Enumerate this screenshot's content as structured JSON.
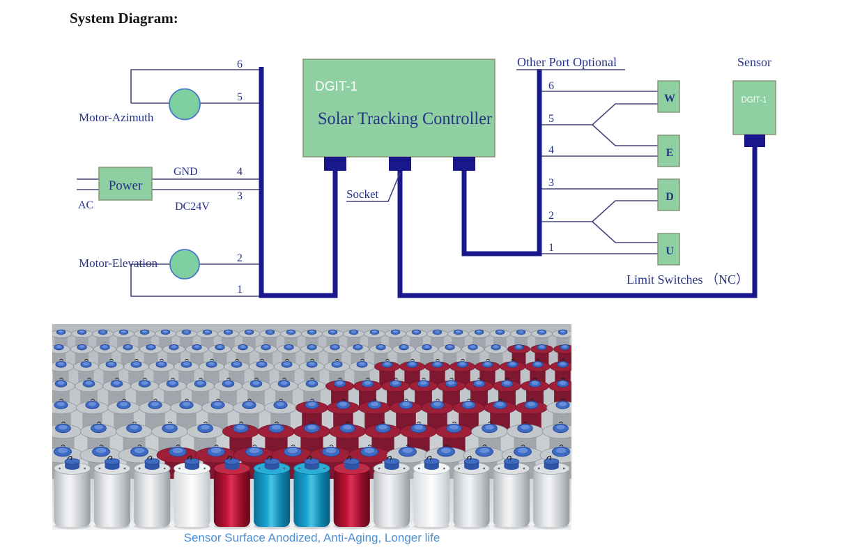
{
  "title": "System Diagram:",
  "diagram": {
    "motor_azimuth": "Motor-Azimuth",
    "motor_elevation": "Motor-Elevation",
    "power": {
      "label": "Power",
      "ac": "AC",
      "gnd": "GND",
      "dc": "DC24V"
    },
    "left_ports": [
      "6",
      "5",
      "4",
      "3",
      "2",
      "1"
    ],
    "controller": {
      "model": "DGIT-1",
      "name": "Solar Tracking Controller",
      "socket": "Socket"
    },
    "other_port": {
      "label": "Other Port Optional",
      "ports": [
        "6",
        "5",
        "4",
        "3",
        "2",
        "1"
      ],
      "switches": [
        "W",
        "E",
        "D",
        "U"
      ],
      "note": "Limit Switches （NC）"
    },
    "sensor": {
      "label": "Sensor",
      "model": "DGIT-1"
    }
  },
  "photo": {
    "caption": "Sensor Surface Anodized, Anti-Aging, Longer life",
    "front_row_colors": [
      "silver",
      "silver",
      "silver",
      "white",
      "red",
      "teal",
      "teal",
      "red",
      "silver",
      "white",
      "silver",
      "silver",
      "silver"
    ],
    "palette": {
      "silver": "#c7cbd0",
      "white": "#e9ebed",
      "red": "#a81232",
      "teal": "#129bc9",
      "flange_silver": "#c3c8cd",
      "flange_red": "#9e2038",
      "cap_blue": "#3e6bbf",
      "background": "#c9ced3"
    }
  },
  "colors": {
    "green": "#8fd0a2",
    "wire": "#18188c",
    "line": "#45457c",
    "ink": "#273386",
    "caption": "#4a8fd4",
    "circleFill": "#7fd0a0",
    "circleStroke": "#4b79c9"
  }
}
